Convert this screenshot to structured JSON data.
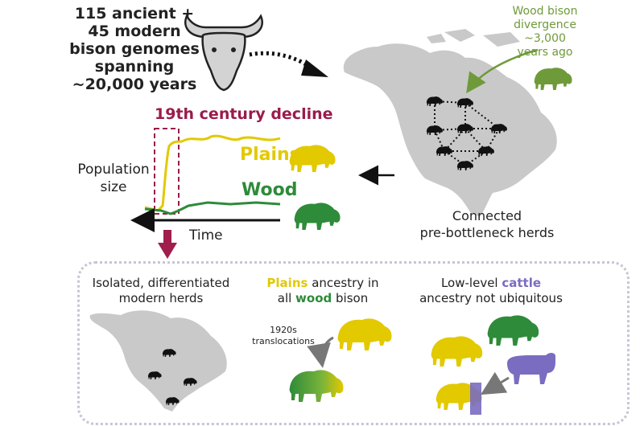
{
  "intro": {
    "genomes_line1": "115 ancient +",
    "genomes_line2": "45 modern",
    "genomes_line3": "bison genomes",
    "genomes_line4": "spanning",
    "genomes_line5": "~20,000 years"
  },
  "wood_divergence": {
    "line1": "Wood bison",
    "line2": "divergence",
    "line3": "~3,000",
    "line4": "years ago"
  },
  "decline": {
    "title": "19th century decline",
    "population_line1": "Population",
    "population_line2": "size",
    "plains": "Plains",
    "wood": "Wood",
    "time": "Time"
  },
  "connected": {
    "line1": "Connected",
    "line2": "pre-bottleneck herds"
  },
  "bottom": {
    "isolated_line1": "Isolated, differentiated",
    "isolated_line2": "modern herds",
    "plains_word": "Plains",
    "ancestry_in": " ancestry in",
    "all_word": "all ",
    "wood_word": "wood",
    "bison_word": " bison",
    "cattle_pre": "Low-level ",
    "cattle_word": "cattle",
    "cattle_line2": "ancestry not ubiquitous",
    "transloc_line1": "1920s",
    "transloc_line2": "translocations"
  },
  "colors": {
    "plains": "#e2c900",
    "wood": "#2e8b3a",
    "wood_divergence": "#6f9a3a",
    "decline": "#9b1b4a",
    "cattle": "#7a6cc0",
    "map": "#c9c9c9",
    "panel_border": "#c9c4d6"
  }
}
